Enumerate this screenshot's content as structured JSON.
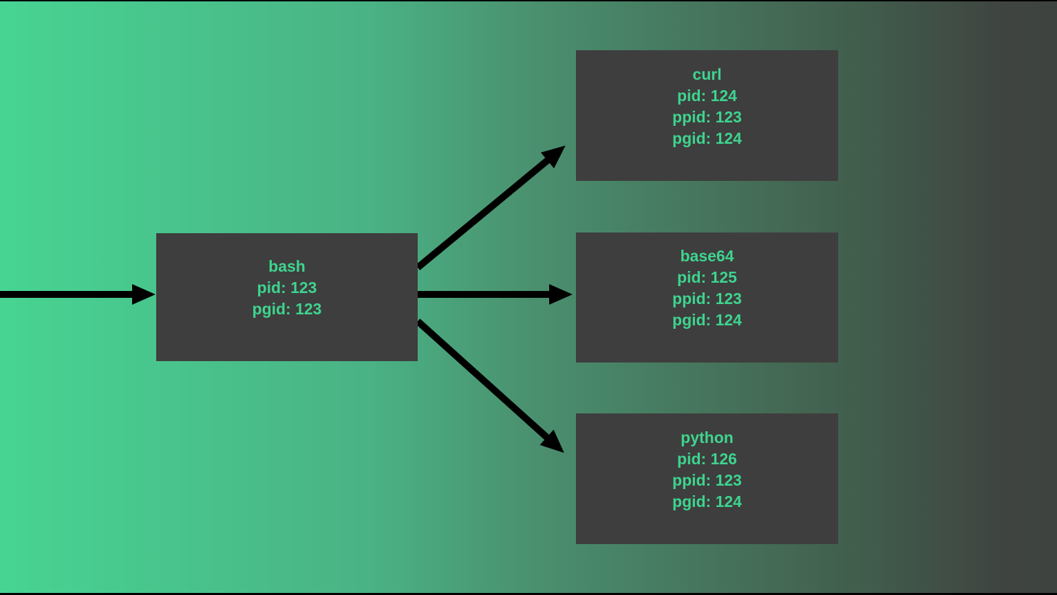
{
  "diagram": {
    "type": "process-tree",
    "nodes": [
      {
        "id": "bash",
        "label": "bash",
        "lines": [
          "pid: 123",
          "pgid: 123"
        ]
      },
      {
        "id": "curl",
        "label": "curl",
        "lines": [
          "pid: 124",
          "ppid: 123",
          "pgid: 124"
        ]
      },
      {
        "id": "base64",
        "label": "base64",
        "lines": [
          "pid: 125",
          "ppid: 123",
          "pgid: 124"
        ]
      },
      {
        "id": "python",
        "label": "python",
        "lines": [
          "pid: 126",
          "ppid: 123",
          "pgid: 124"
        ]
      }
    ],
    "edges": [
      {
        "from": "left-edge",
        "to": "bash"
      },
      {
        "from": "bash",
        "to": "curl"
      },
      {
        "from": "bash",
        "to": "base64"
      },
      {
        "from": "bash",
        "to": "python"
      }
    ]
  },
  "colors": {
    "background_left": "#47d492",
    "background_right": "#3e4340",
    "node_background": "#3e3e3e",
    "node_text": "#3ed48f",
    "arrow": "#000000"
  }
}
